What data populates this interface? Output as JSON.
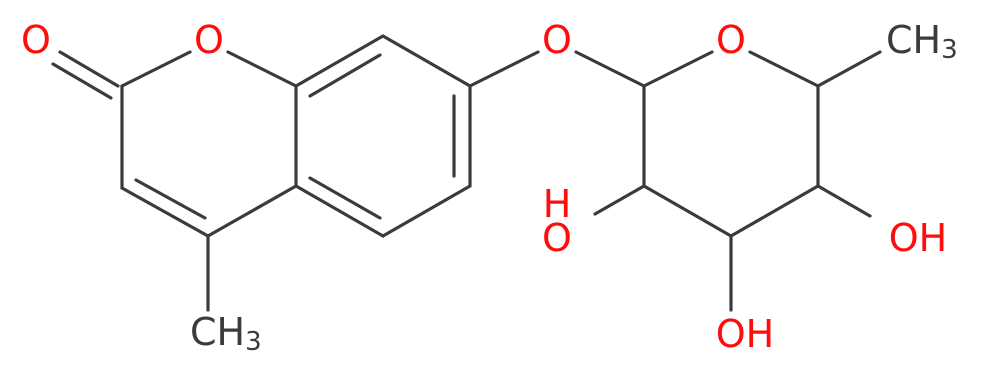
{
  "molecule": {
    "colors": {
      "bond": "#3b3b3b",
      "carbon_label": "#3b3b3b",
      "oxygen_label": "#ff0d0d"
    },
    "atoms": {
      "carbonyl_o": "O",
      "ring_o": "O",
      "ether_o": "O",
      "pyran_o": "O",
      "methyl_right": {
        "main": "CH",
        "sub": "3"
      },
      "methyl_bottom": {
        "main": "CH",
        "sub": "3"
      },
      "oh_left": {
        "h": "H",
        "o": "O"
      },
      "oh_bottom": "OH",
      "oh_right": "OH"
    }
  }
}
